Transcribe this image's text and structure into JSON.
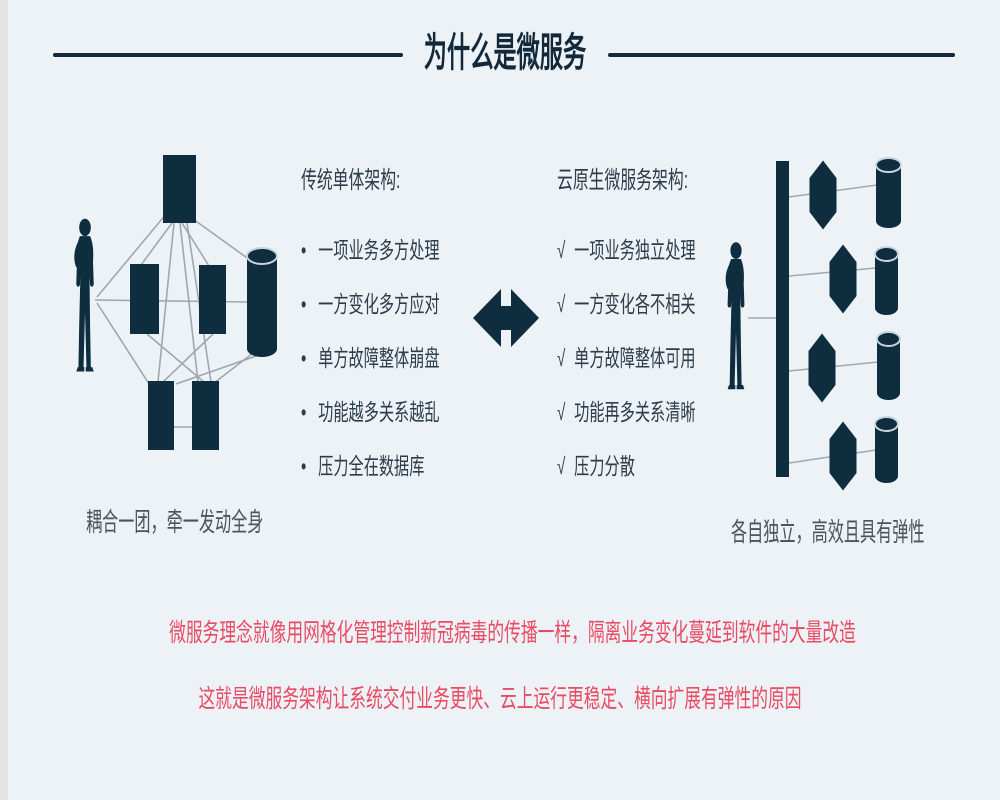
{
  "title": {
    "text": "为什么是微服务"
  },
  "left_panel": {
    "heading": "传统单体架构:",
    "bullet": "•",
    "items": [
      "一项业务多方处理",
      "一方变化多方应对",
      "单方故障整体崩盘",
      "功能越多关系越乱",
      "压力全在数据库"
    ],
    "caption": "耦合一团，牵一发动全身"
  },
  "right_panel": {
    "heading": "云原生微服务架构:",
    "check": "√",
    "items": [
      "一项业务独立处理",
      "一方变化各不相关",
      "单方故障整体可用",
      "功能再多关系清晰",
      "压力分散"
    ],
    "caption": "各自独立，高效且具有弹性"
  },
  "footer": {
    "line1": "微服务理念就像用网格化管理控制新冠病毒的传播一样，隔离业务变化蔓延到软件的大量改造",
    "line2": "这就是微服务架构让系统交付业务更快、云上运行更稳定、横向扩展有弹性的原因"
  },
  "icons": {
    "left_diagram": "monolith-tangle-diagram",
    "right_diagram": "microservices-rows-diagram",
    "center": "double-arrow-icon",
    "person": "person-silhouette-icon",
    "database": "database-cylinder-icon",
    "service": "service-hexagon-icon"
  },
  "colors": {
    "background": "#edf2f7",
    "shape_navy": "#0e2e3f",
    "title_navy": "#13293a",
    "body_text": "#2e3d49",
    "caption_gray": "#4d545c",
    "highlight_red": "#e94b63",
    "connector_gray": "#a1a7ad",
    "edge_strip": "#e3e3e3"
  }
}
